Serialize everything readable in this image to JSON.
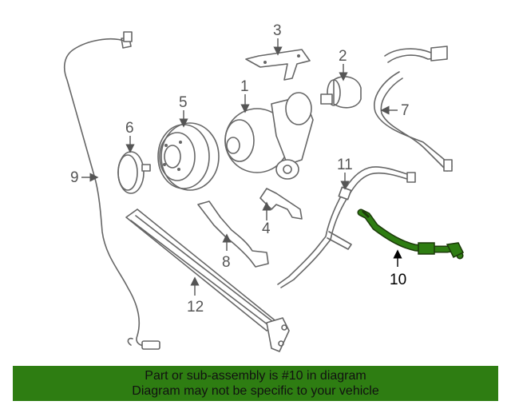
{
  "diagram": {
    "callouts": [
      "1",
      "2",
      "3",
      "4",
      "5",
      "6",
      "7",
      "8",
      "9",
      "10",
      "11",
      "12"
    ],
    "highlight_color": "#2e7d12",
    "highlighted_part": "10"
  },
  "banner": {
    "line1": "Part or sub-assembly is #10 in diagram",
    "line2": "Diagram may not be specific to your vehicle",
    "color": "#2e7d12"
  }
}
